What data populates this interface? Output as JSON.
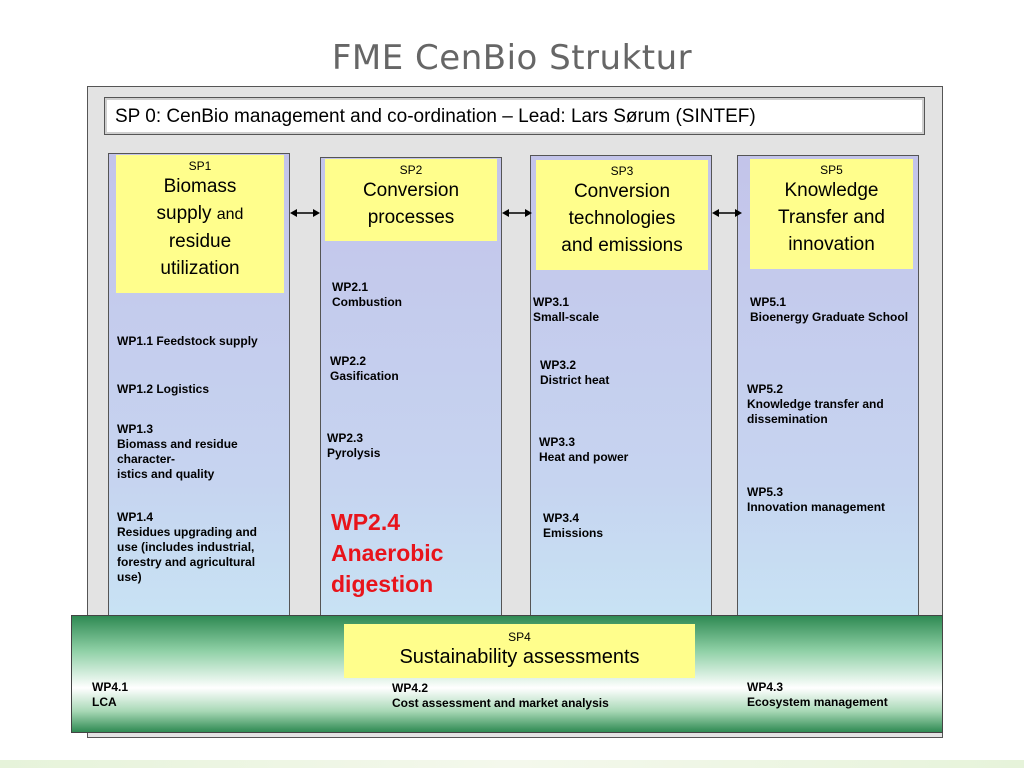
{
  "title": "FME CenBio Struktur",
  "sp0": "SP 0: CenBio management and co-ordination – Lead: Lars Sørum (SINTEF)",
  "sp1": {
    "code": "SP1",
    "name_a": "Biomass",
    "name_b": "supply",
    "name_and": "and",
    "name_c": "residue",
    "name_d": "utilization",
    "wps": [
      {
        "code": "WP1.1 Feedstock supply",
        "label": ""
      },
      {
        "code": "WP1.2 Logistics",
        "label": ""
      },
      {
        "code": "WP1.3",
        "label": "Biomass and residue character-\nistics and quality"
      },
      {
        "code": "WP1.4",
        "label": "Residues upgrading and use (includes industrial, forestry and  agricultural use)"
      }
    ]
  },
  "sp2": {
    "code": "SP2",
    "name_a": "Conversion",
    "name_b": "processes",
    "wps": [
      {
        "code": "WP2.1",
        "label": "Combustion"
      },
      {
        "code": "WP2.2",
        "label": "Gasification"
      },
      {
        "code": "WP2.3",
        "label": "Pyrolysis"
      }
    ],
    "highlight": {
      "code": "WP2.4",
      "label_a": "Anaerobic",
      "label_b": "digestion"
    }
  },
  "sp3": {
    "code": "SP3",
    "name_a": "Conversion",
    "name_b": "technologies",
    "name_c": "and emissions",
    "wps": [
      {
        "code": "WP3.1",
        "label": "Small-scale"
      },
      {
        "code": "WP3.2",
        "label": "District heat"
      },
      {
        "code": "WP3.3",
        "label": "Heat and power"
      },
      {
        "code": "WP3.4",
        "label": "Emissions"
      }
    ]
  },
  "sp5": {
    "code": "SP5",
    "name_a": "Knowledge",
    "name_b": "Transfer and",
    "name_c": "innovation",
    "wps": [
      {
        "code": "WP5.1",
        "label": "Bioenergy Graduate School"
      },
      {
        "code": "WP5.2",
        "label": "Knowledge transfer and dissemination"
      },
      {
        "code": "WP5.3",
        "label": "Innovation management"
      }
    ]
  },
  "sp4": {
    "code": "SP4",
    "name": "Sustainability assessments",
    "wps": [
      {
        "code": "WP4.1",
        "label": "LCA"
      },
      {
        "code": "WP4.2",
        "label": "Cost assessment and market analysis"
      },
      {
        "code": "WP4.3",
        "label": "Ecosystem management"
      }
    ]
  },
  "colors": {
    "title": "#666666",
    "sp_box": "#fffe8c",
    "highlight_text": "#e8141b",
    "band_green": "#2f8a53"
  }
}
